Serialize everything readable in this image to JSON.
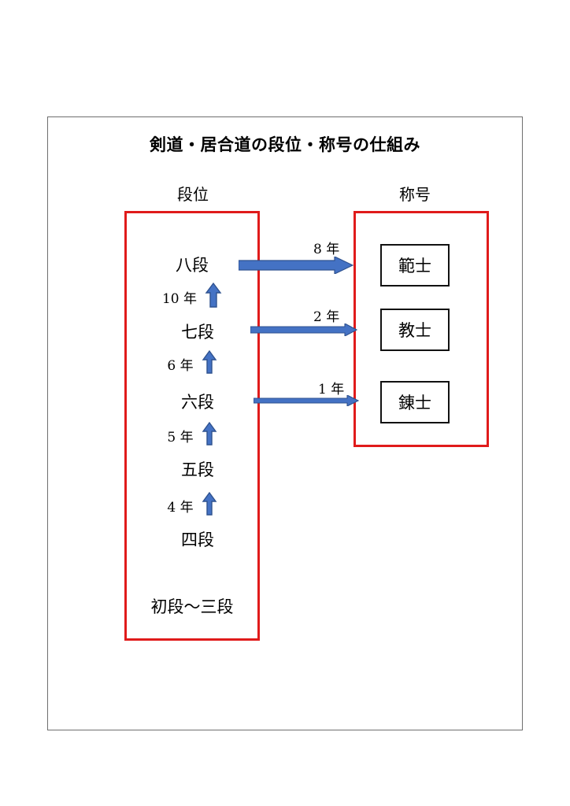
{
  "chart_data": {
    "type": "diagram",
    "title": "剣道・居合道の段位・称号の仕組み",
    "columns": [
      {
        "id": "rank",
        "header": "段位"
      },
      {
        "id": "title",
        "header": "称号"
      }
    ],
    "ranks": [
      {
        "label": "八段"
      },
      {
        "label": "七段"
      },
      {
        "label": "六段"
      },
      {
        "label": "五段"
      },
      {
        "label": "四段"
      },
      {
        "label": "初段〜三段"
      }
    ],
    "rank_intervals": [
      {
        "from": "七段",
        "to": "八段",
        "years": "10 年"
      },
      {
        "from": "六段",
        "to": "七段",
        "years": "6 年"
      },
      {
        "from": "五段",
        "to": "六段",
        "years": "5 年"
      },
      {
        "from": "四段",
        "to": "五段",
        "years": "4 年"
      }
    ],
    "titles": [
      {
        "label": "範士",
        "from_rank": "八段",
        "years": "8 年"
      },
      {
        "label": "教士",
        "from_rank": "七段",
        "years": "2 年"
      },
      {
        "label": "錬士",
        "from_rank": "六段",
        "years": "1 年"
      }
    ],
    "colors": {
      "arrow_blue": "#4472C4",
      "arrow_blue_dark": "#2F528F",
      "box_red": "#E01B1B",
      "frame_gray": "#6E6E6E",
      "title_box_black": "#111111"
    }
  }
}
